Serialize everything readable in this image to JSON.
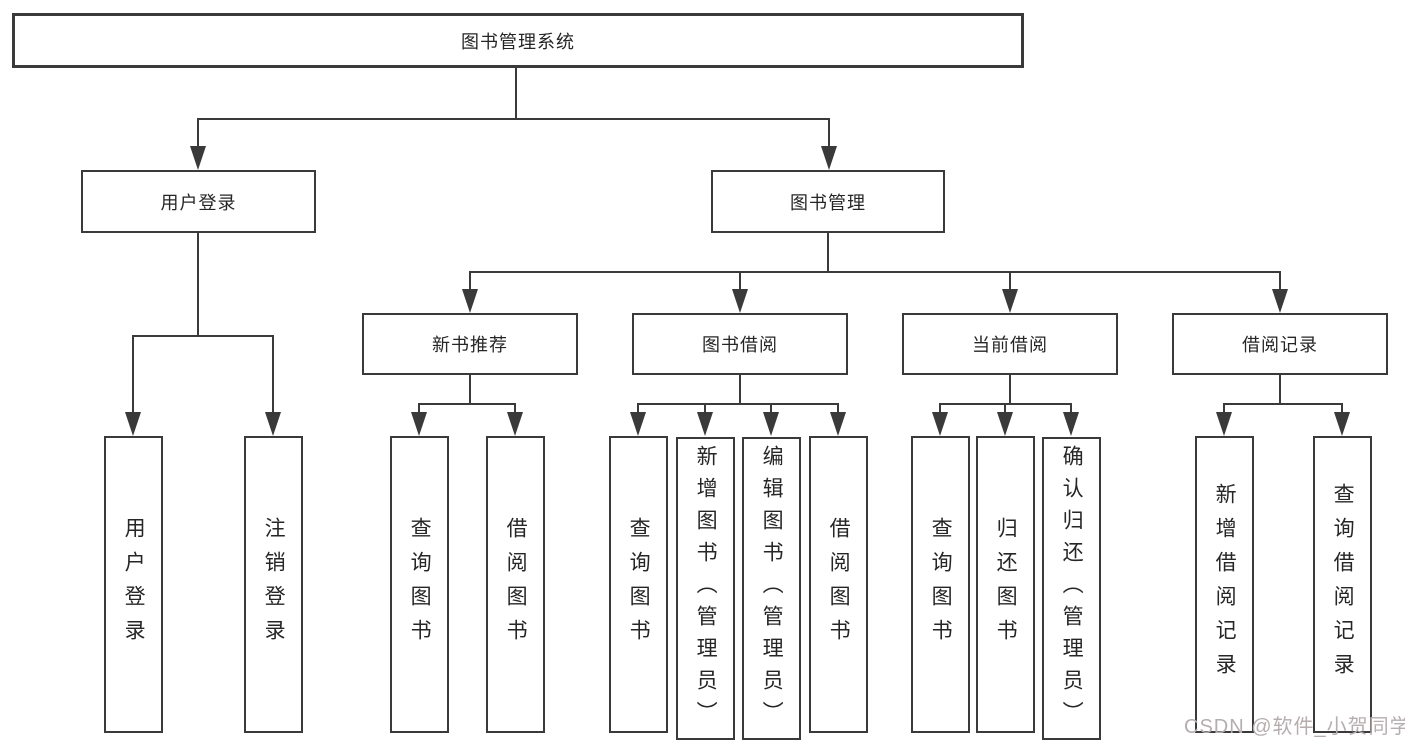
{
  "tree": {
    "root": "图书管理系统",
    "level2": [
      "用户登录",
      "图书管理"
    ],
    "level3": [
      "新书推荐",
      "图书借阅",
      "当前借阅",
      "借阅记录"
    ],
    "groups": [
      {
        "parent": "用户登录",
        "children": [
          "用户登录",
          "注销登录"
        ]
      },
      {
        "parent": "新书推荐",
        "children": [
          "查询图书",
          "借阅图书"
        ]
      },
      {
        "parent": "图书借阅",
        "children": [
          "查询图书",
          "新增图书（管理员）",
          "编辑图书（管理员）",
          "借阅图书"
        ]
      },
      {
        "parent": "当前借阅",
        "children": [
          "查询图书",
          "归还图书",
          "确认归还（管理员）"
        ]
      },
      {
        "parent": "借阅记录",
        "children": [
          "新增借阅记录",
          "查询借阅记录"
        ]
      }
    ]
  },
  "watermark": "CSDN @软件_小贺同学",
  "colors": {
    "line": "#3a3a3a",
    "text": "#262626",
    "watermark": "#b6aeae",
    "background": "#ffffff"
  }
}
